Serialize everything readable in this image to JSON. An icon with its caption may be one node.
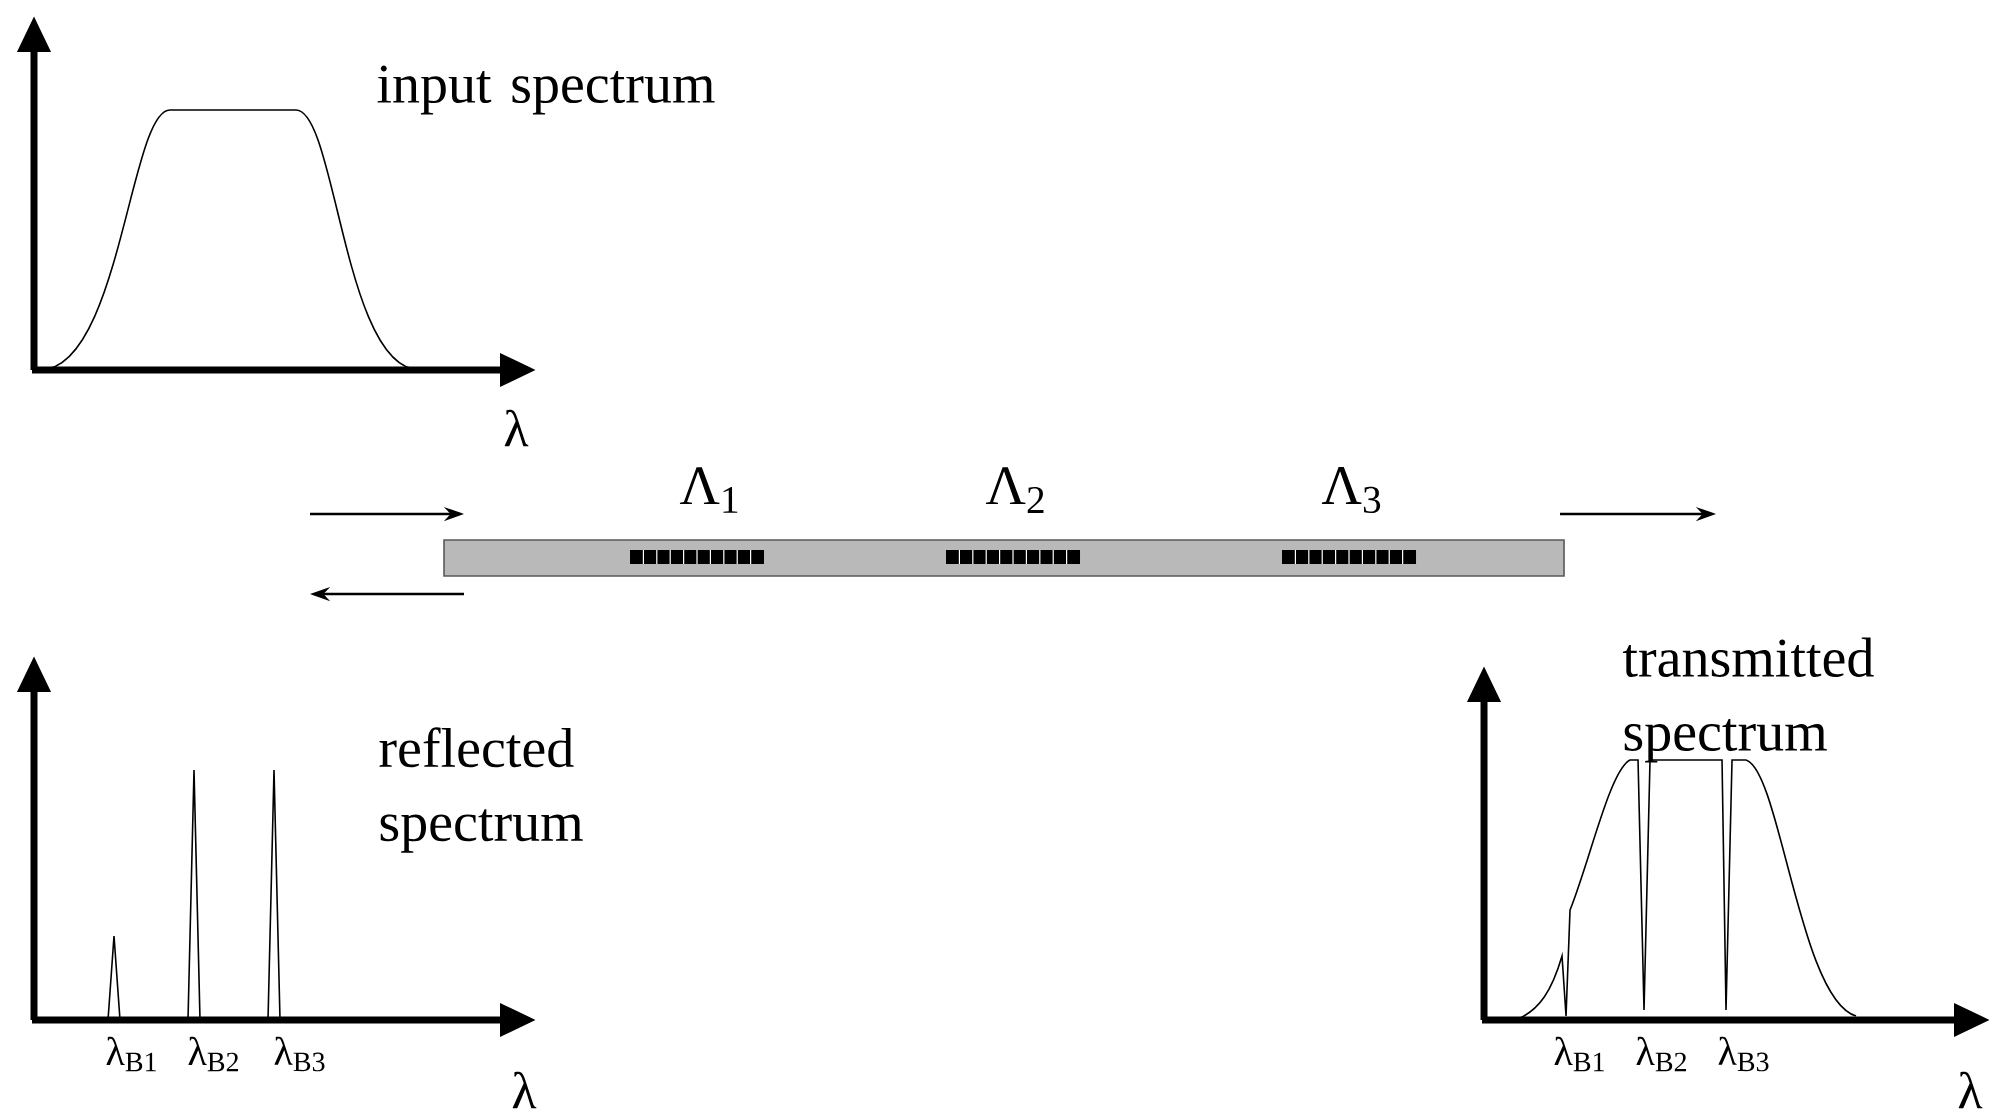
{
  "diagram": {
    "labels": [
      "input spectrum",
      "λ",
      "Λ$_{1}$",
      "Λ$_{2}$",
      "Λ$_{3}$",
      "transmitted spectrum",
      "reflected spectrum",
      "λ$_{B1}$",
      "λ$_{B2}$",
      "λ$_{B3}$",
      "λ",
      "λ$_{B1}$",
      "λ$_{B2}$",
      "λ$_{B3}$",
      "λ"
    ]
  }
}
